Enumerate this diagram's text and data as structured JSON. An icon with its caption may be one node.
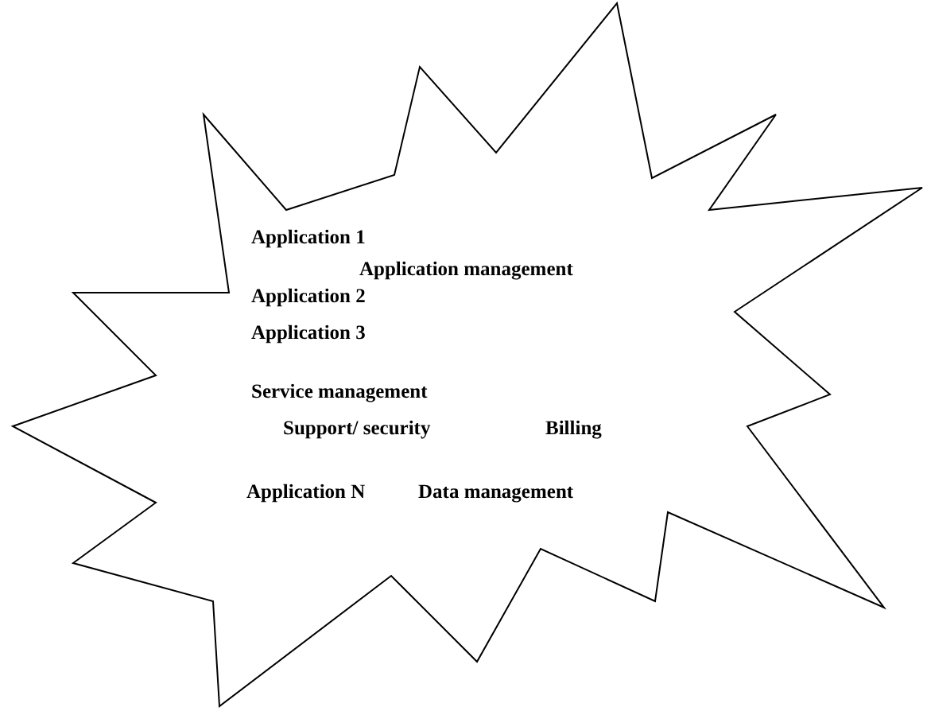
{
  "diagram": {
    "nodes": [
      {
        "text": [
          "Application 1",
          "Application management",
          "Application 2",
          "Application 3",
          "Service management",
          "Support/ security",
          "Billing",
          "Application N",
          "Data management"
        ]
      }
    ]
  }
}
